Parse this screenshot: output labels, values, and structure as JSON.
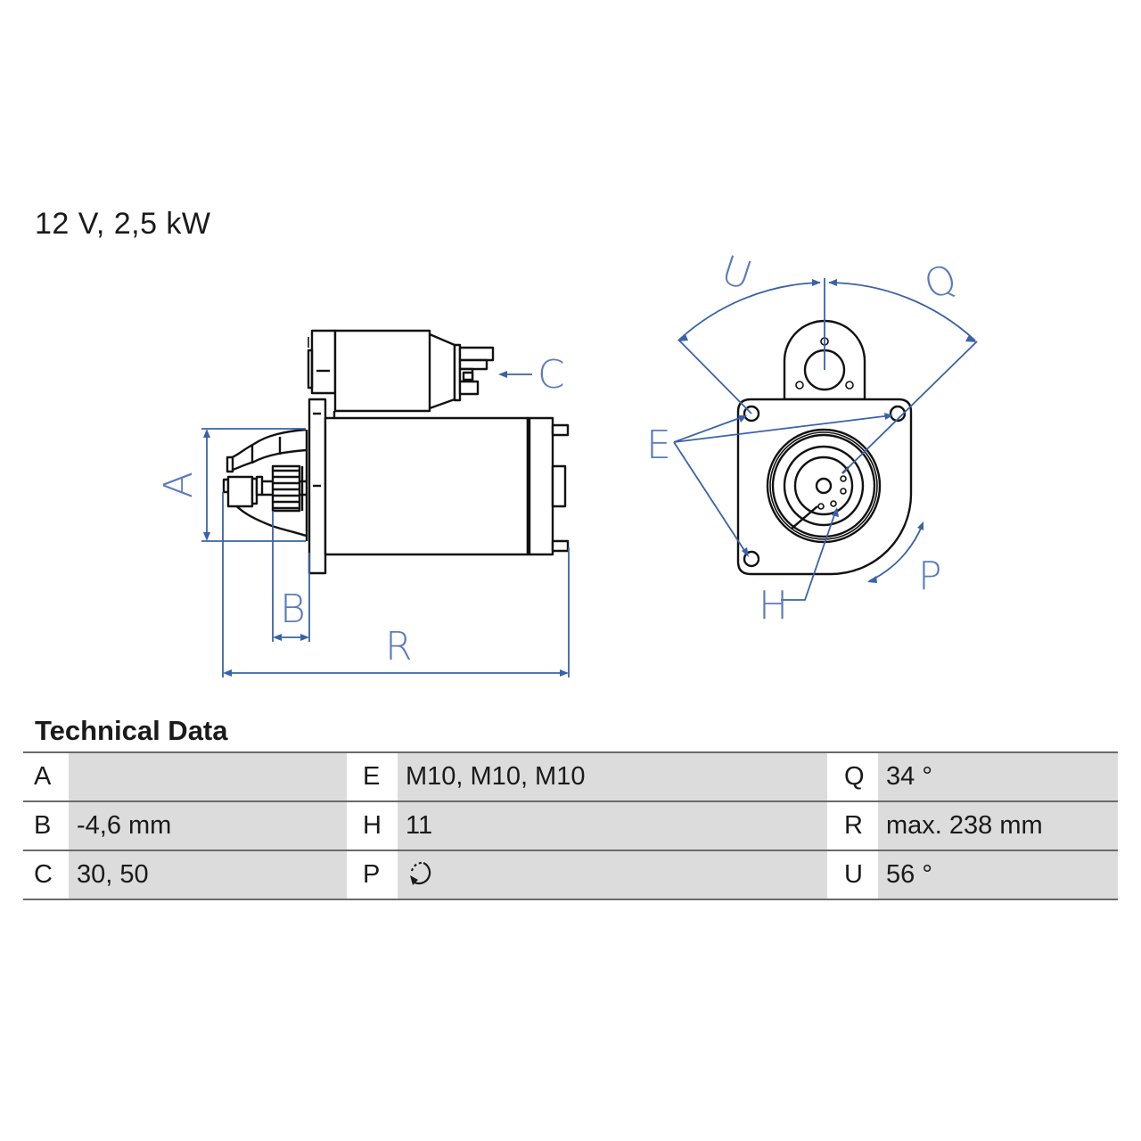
{
  "header": {
    "spec_line": "12 V, 2,5 kW"
  },
  "drawing": {
    "side_view_labels": {
      "A": "A",
      "B": "B",
      "C": "C",
      "R": "R"
    },
    "front_view_labels": {
      "U": "U",
      "Q": "Q",
      "E": "E",
      "H": "H",
      "P": "P"
    },
    "line_color": "#111111",
    "dimension_color": "#3a62a8"
  },
  "technical_data": {
    "title": "Technical Data",
    "rows": [
      [
        {
          "key": "A",
          "value": ""
        },
        {
          "key": "E",
          "value": "M10, M10, M10"
        },
        {
          "key": "Q",
          "value": "34 °"
        }
      ],
      [
        {
          "key": "B",
          "value": "-4,6 mm"
        },
        {
          "key": "H",
          "value": "11"
        },
        {
          "key": "R",
          "value": "max. 238 mm"
        }
      ],
      [
        {
          "key": "C",
          "value": "30, 50"
        },
        {
          "key": "P",
          "value": "",
          "icon": "rotation-counterclockwise-icon"
        },
        {
          "key": "U",
          "value": "56 °"
        }
      ]
    ],
    "cell_background": "#dcdcdd",
    "rule_color": "#6a6a6a"
  }
}
